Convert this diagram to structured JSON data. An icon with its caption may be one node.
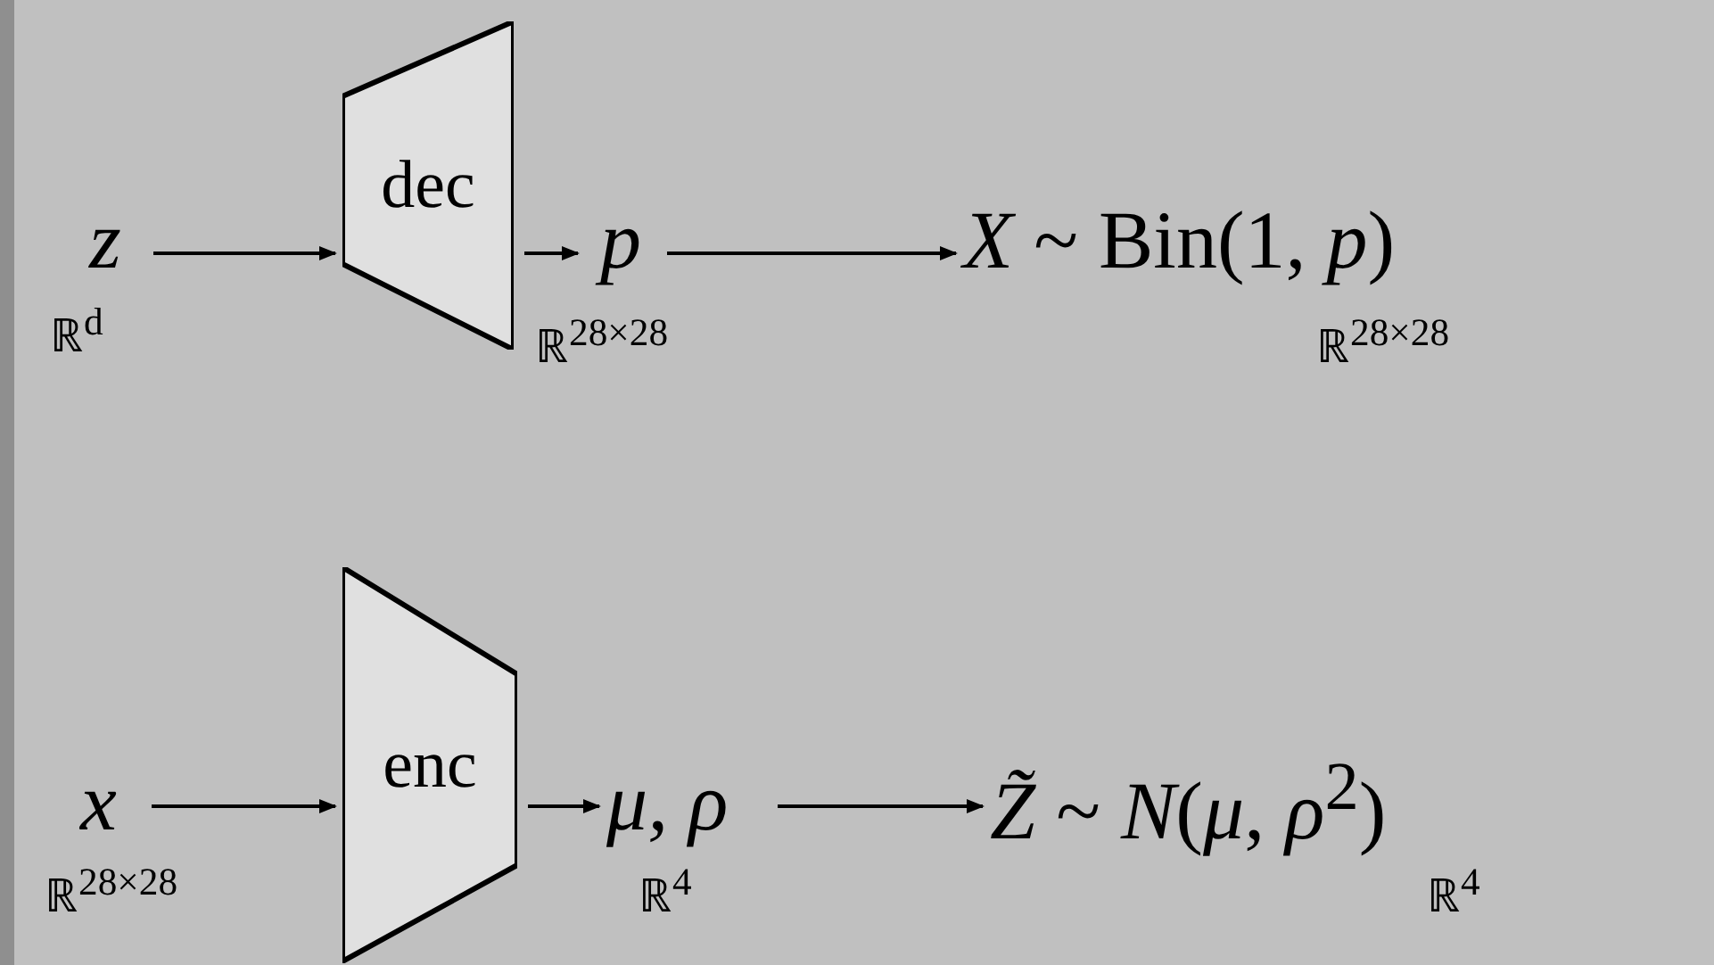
{
  "diagram": {
    "nodes": [
      {
        "text": [
          "z"
        ],
        "beside": [
          "ℝ$^{d}$"
        ]
      },
      {
        "text": [
          "dec"
        ]
      },
      {
        "text": [
          "p"
        ],
        "beside": [
          "ℝ$^{28×28}$"
        ]
      },
      {
        "text": [
          "*X* ~ Bin(1, *p*)"
        ],
        "beside": [
          "ℝ$^{28×28}$"
        ]
      },
      {
        "text": [
          "x"
        ],
        "beside": [
          "ℝ$^{28×28}$"
        ]
      },
      {
        "text": [
          "enc"
        ]
      },
      {
        "text": [
          "μ, ρ"
        ],
        "beside": [
          "ℝ$^{4}$"
        ]
      },
      {
        "text": [
          "*Z̃* ~ *N*(*μ*, *ρ*$^{2}$)"
        ],
        "beside": [
          "ℝ$^{4}$"
        ]
      }
    ],
    "edges": [
      {
        "from": 0,
        "to": 1,
        "arrow": "to"
      },
      {
        "from": 1,
        "to": 2,
        "arrow": "to"
      },
      {
        "from": 2,
        "to": 3,
        "arrow": "to"
      },
      {
        "from": 4,
        "to": 5,
        "arrow": "to"
      },
      {
        "from": 5,
        "to": 6,
        "arrow": "to"
      },
      {
        "from": 6,
        "to": 7,
        "arrow": "to"
      }
    ]
  }
}
